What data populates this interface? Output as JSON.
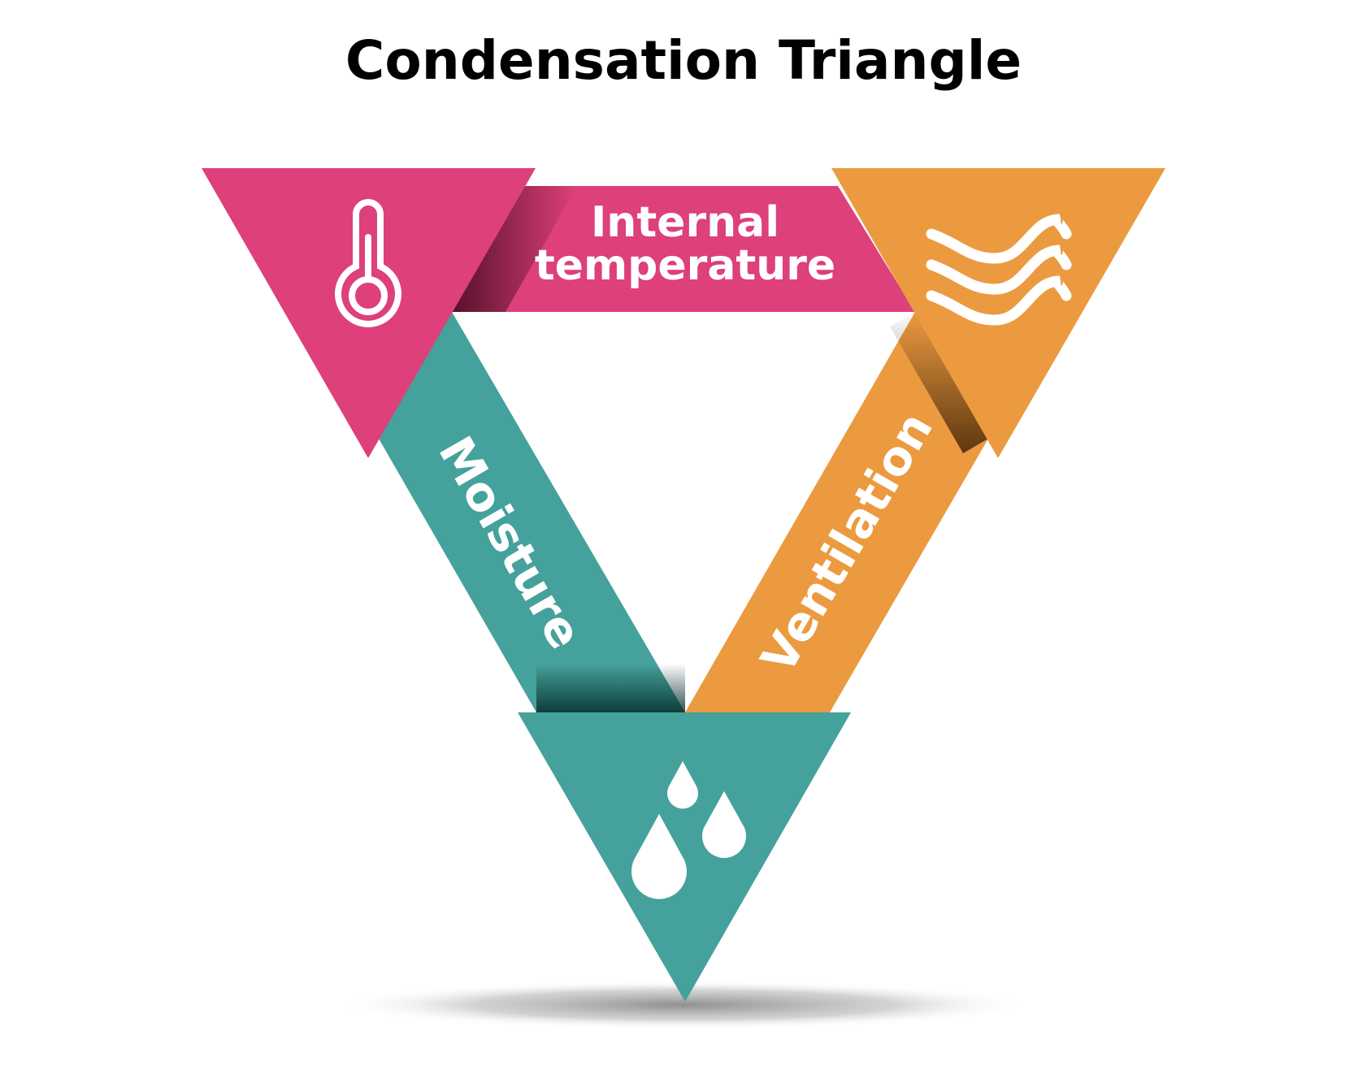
{
  "title": "Condensation Triangle",
  "factors": {
    "internal_temperature": {
      "line1": "Internal",
      "line2": "temperature",
      "color": "#DD407A",
      "icon": "thermometer-icon"
    },
    "moisture": {
      "label": "Moisture",
      "color": "#45A19B",
      "icon": "water-drops-icon"
    },
    "ventilation": {
      "label": "Ventilation",
      "color": "#EC9A40",
      "icon": "air-waves-icon"
    }
  }
}
